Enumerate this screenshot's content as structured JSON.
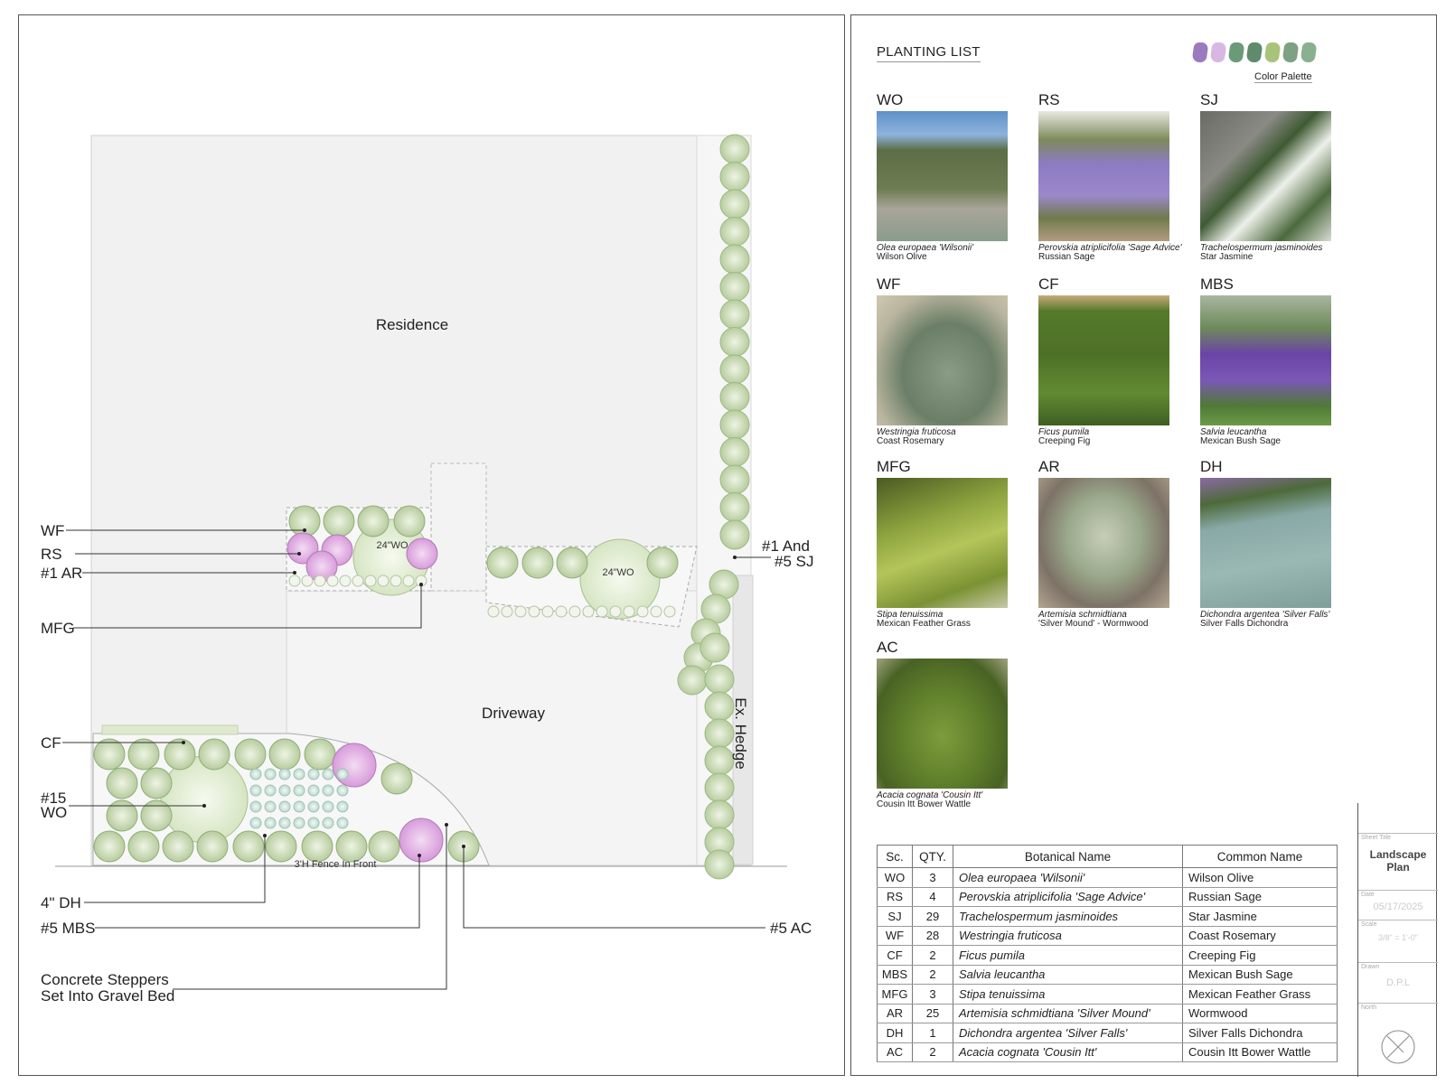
{
  "plan": {
    "residence_label": "Residence",
    "driveway_label": "Driveway",
    "hedge_label": "Ex. Hedge",
    "fence_label": "3'H Fence In Front",
    "wo_tag_left": "24\"WO",
    "wo_tag_right": "24\"WO",
    "callouts": {
      "wf": "WF",
      "rs": "RS",
      "ar": "#1 AR",
      "mfg": "MFG",
      "cf": "CF",
      "wo15_line1": "#15",
      "wo15_line2": "WO",
      "dh": "4\" DH",
      "mbs": "#5 MBS",
      "steppers_line1": "Concrete Steppers",
      "steppers_line2": "Set Into Gravel Bed",
      "sj_line1": "#1 And",
      "sj_line2": "#5 SJ",
      "ac": "#5 AC"
    }
  },
  "planting_list": {
    "title": "PLANTING LIST",
    "palette_label": "Color Palette",
    "palette_colors": [
      "#9b7bbf",
      "#d7b8e3",
      "#6b9a78",
      "#5f8a6c",
      "#a9c47a",
      "#7ca183",
      "#8ab08f"
    ],
    "plants": [
      {
        "code": "WO",
        "botanical": "Olea europaea 'Wilsonii'",
        "common": "Wilson Olive"
      },
      {
        "code": "RS",
        "botanical": "Perovskia atriplicifolia 'Sage Advice'",
        "common": "Russian Sage"
      },
      {
        "code": "SJ",
        "botanical": "Trachelospermum jasminoides",
        "common": "Star Jasmine"
      },
      {
        "code": "WF",
        "botanical": "Westringia fruticosa",
        "common": "Coast Rosemary"
      },
      {
        "code": "CF",
        "botanical": "Ficus pumila",
        "common": "Creeping Fig"
      },
      {
        "code": "MBS",
        "botanical": "Salvia leucantha",
        "common": "Mexican Bush Sage"
      },
      {
        "code": "MFG",
        "botanical": "Stipa tenuissima",
        "common": "Mexican Feather Grass"
      },
      {
        "code": "AR",
        "botanical": "Artemisia schmidtiana",
        "common": "'Silver Mound' - Wormwood"
      },
      {
        "code": "DH",
        "botanical": "Dichondra argentea 'Silver Falls'",
        "common": "Silver Falls Dichondra"
      },
      {
        "code": "AC",
        "botanical": "Acacia cognata 'Cousin Itt'",
        "common": "Cousin Itt Bower Wattle"
      }
    ]
  },
  "schedule": {
    "headers": [
      "Sc.",
      "QTY.",
      "Botanical Name",
      "Common Name"
    ],
    "rows": [
      [
        "WO",
        "3",
        "Olea europaea 'Wilsonii'",
        "Wilson Olive"
      ],
      [
        "RS",
        "4",
        "Perovskia atriplicifolia 'Sage Advice'",
        "Russian Sage"
      ],
      [
        "SJ",
        "29",
        "Trachelospermum jasminoides",
        "Star Jasmine"
      ],
      [
        "WF",
        "28",
        "Westringia fruticosa",
        "Coast Rosemary"
      ],
      [
        "CF",
        "2",
        "Ficus pumila",
        "Creeping Fig"
      ],
      [
        "MBS",
        "2",
        "Salvia leucantha",
        "Mexican Bush Sage"
      ],
      [
        "MFG",
        "3",
        "Stipa tenuissima",
        "Mexican Feather Grass"
      ],
      [
        "AR",
        "25",
        "Artemisia schmidtiana 'Silver Mound'",
        "Wormwood"
      ],
      [
        "DH",
        "1",
        "Dichondra argentea 'Silver Falls'",
        "Silver Falls Dichondra"
      ],
      [
        "AC",
        "2",
        "Acacia cognata 'Cousin Itt'",
        "Cousin Itt Bower Wattle"
      ]
    ]
  },
  "title_block": {
    "sheet_title_label": "Sheet Title",
    "sheet_title": "Landscape Plan",
    "date_label": "Date",
    "date": "05/17/2025",
    "scale_label": "Scale",
    "scale": "3/8\" = 1'-0\"",
    "drawn_label": "Drawn",
    "drawn": "D.P.L",
    "north_label": "North"
  }
}
